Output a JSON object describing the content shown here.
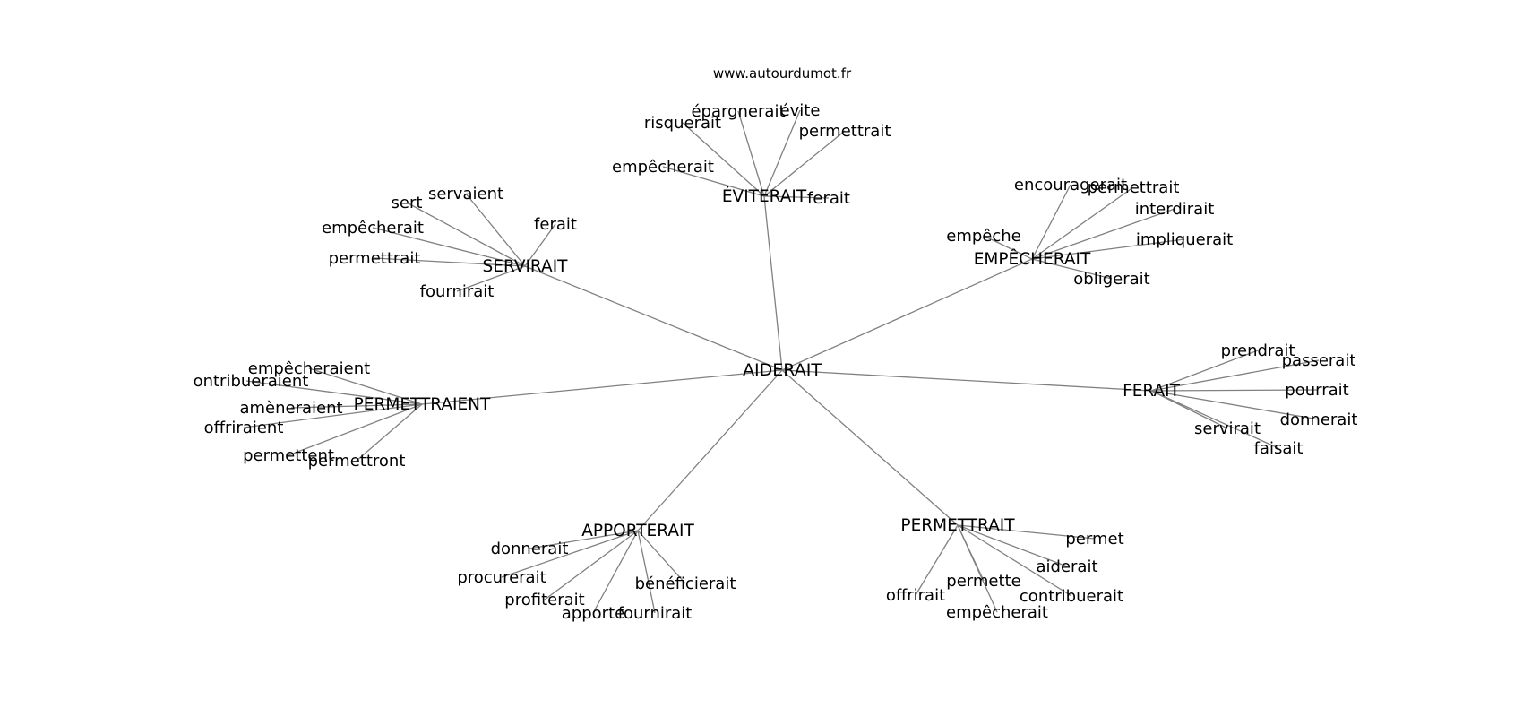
{
  "watermark": "www.autourdumot.fr",
  "root": "AIDERAIT",
  "edge_color": "#808080",
  "groups": [
    {
      "label": "ÉVITERAIT",
      "children": [
        "risquerait",
        "épargnerait",
        "évite",
        "permettrait",
        "empêcherait",
        "ferait"
      ]
    },
    {
      "label": "SERVIRAIT",
      "children": [
        "sert",
        "servaient",
        "ferait",
        "empêcherait",
        "permettrait",
        "fournirait"
      ]
    },
    {
      "label": "EMPÊCHERAIT",
      "children": [
        "encouragerait",
        "permettrait",
        "interdirait",
        "empêche",
        "impliquerait",
        "obligerait"
      ]
    },
    {
      "label": "PERMETTRAIENT",
      "children": [
        "empêcheraient",
        "contribueraient",
        "amèneraient",
        "offriraient",
        "permettent",
        "permettront"
      ]
    },
    {
      "label": "FERAIT",
      "children": [
        "prendrait",
        "passerait",
        "pourrait",
        "donnerait",
        "servirait",
        "faisait"
      ]
    },
    {
      "label": "APPORTERAIT",
      "children": [
        "donnerait",
        "procurerait",
        "profiterait",
        "apporte",
        "fournirait",
        "bénéficierait"
      ]
    },
    {
      "label": "PERMETTRAIT",
      "children": [
        "permet",
        "aiderait",
        "contribuerait",
        "offrirait",
        "permette",
        "empêcherait"
      ]
    }
  ]
}
